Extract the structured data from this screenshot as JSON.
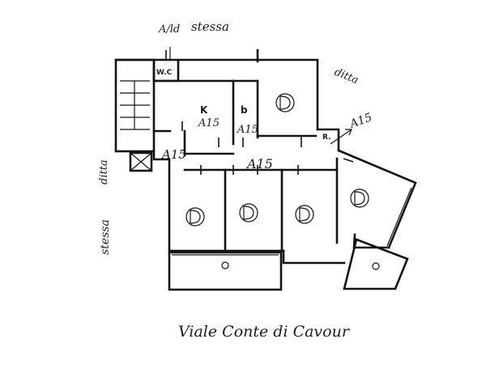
{
  "annotations": {
    "top_stessa": "stessa",
    "top_left_scribble": "A/ld",
    "right_ditta": "ditta",
    "left_ditta": "ditta",
    "left_stessa": "stessa",
    "right_arrow_code": "A15"
  },
  "rooms": {
    "wc_label": "W.C",
    "kitchen_label": "K",
    "bath_label": "b",
    "r_label": "R.",
    "kitchen_code": "A15",
    "bath_code": "A15",
    "hall_left_code": "A15",
    "hall_center_code": "A15"
  },
  "street": {
    "name": "Viale Conte di Cavour"
  },
  "colors": {
    "ink": "#141414",
    "background": "#ffffff"
  }
}
